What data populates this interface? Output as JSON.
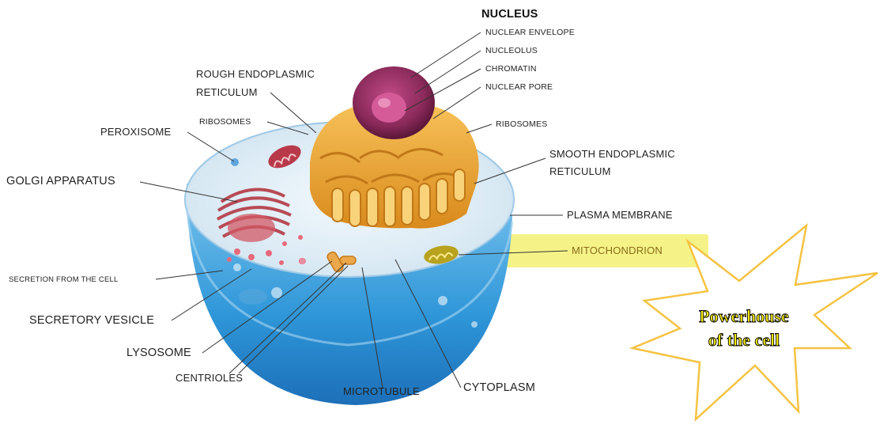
{
  "labels": {
    "nucleus": "NUCLEUS",
    "nuclear_envelope": "NUCLEAR ENVELOPE",
    "nucleolus": "NUCLEOLUS",
    "chromatin": "CHROMATIN",
    "nuclear_pore": "NUCLEAR PORE",
    "rough_er_line1": "ROUGH ENDOPLASMIC",
    "rough_er_line2": "RETICULUM",
    "ribosomes_left": "RIBOSOMES",
    "ribosomes_right": "RIBOSOMES",
    "peroxisome": "PEROXISOME",
    "smooth_er_line1": "SMOOTH ENDOPLASMIC",
    "smooth_er_line2": "RETICULUM",
    "golgi": "GOLGI APPARATUS",
    "plasma_membrane": "PLASMA MEMBRANE",
    "mitochondrion": "MITOCHONDRION",
    "secretion": "SECRETION FROM THE CELL",
    "secretory_vesicle": "SECRETORY VESICLE",
    "lysosome": "LYSOSOME",
    "centrioles": "CENTRIOLES",
    "microtubule": "MICROTUBULE",
    "cytoplasm": "CYTOPLASM"
  },
  "callout": {
    "line1": "Powerhouse",
    "line2": "of the cell"
  },
  "colors": {
    "highlight": "#f4f27a",
    "starburst_stroke": "#f5c342",
    "callout_text": "#f6ee00",
    "cell_blue": "#3aa2e0",
    "nucleus_purple": "#8a2a5a",
    "er_orange": "#e8a030"
  }
}
